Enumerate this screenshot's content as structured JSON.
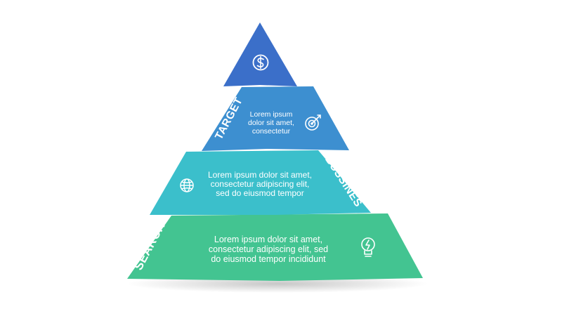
{
  "diagram": {
    "type": "pyramid-infographic",
    "colors": {
      "top": "#3b6fc9",
      "target": "#3d8fd0",
      "business": "#3bbfcb",
      "search": "#43c491"
    },
    "tiers": [
      {
        "id": "top",
        "label": "",
        "text": [],
        "icon": "dollar-icon"
      },
      {
        "id": "target",
        "label": "TARGET",
        "text": [
          "Lorem ipsum",
          "dolor sit amet,",
          "consectetur"
        ],
        "icon": "target-icon"
      },
      {
        "id": "business",
        "label": "BUSSINES",
        "text": [
          "Lorem ipsum dolor sit amet,",
          "consectetur adipiscing elit,",
          "sed do eiusmod tempor"
        ],
        "icon": "globe-icon"
      },
      {
        "id": "search",
        "label": "SEARCH",
        "text": [
          "Lorem ipsum dolor sit amet,",
          "consectetur adipiscing elit, sed",
          "do eiusmod tempor incididunt"
        ],
        "icon": "lightbulb-icon"
      }
    ]
  }
}
